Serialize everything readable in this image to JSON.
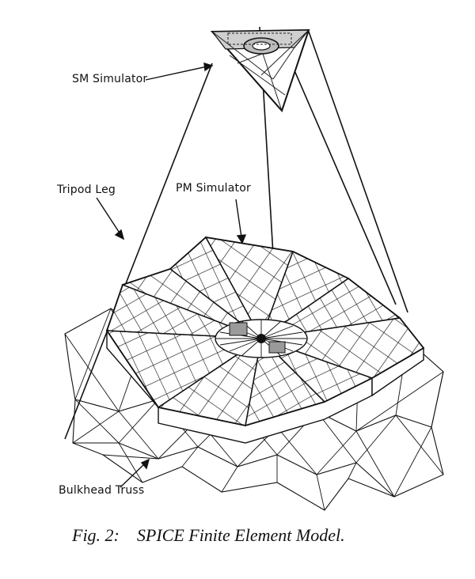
{
  "figure": {
    "caption": "Fig. 2:    SPICE Finite Element Model.",
    "labels": {
      "sm_simulator": "SM Simulator",
      "tripod_leg": "Tripod Leg",
      "pm_simulator": "PM Simulator",
      "bulkhead_truss": "Bulkhead Truss"
    }
  }
}
